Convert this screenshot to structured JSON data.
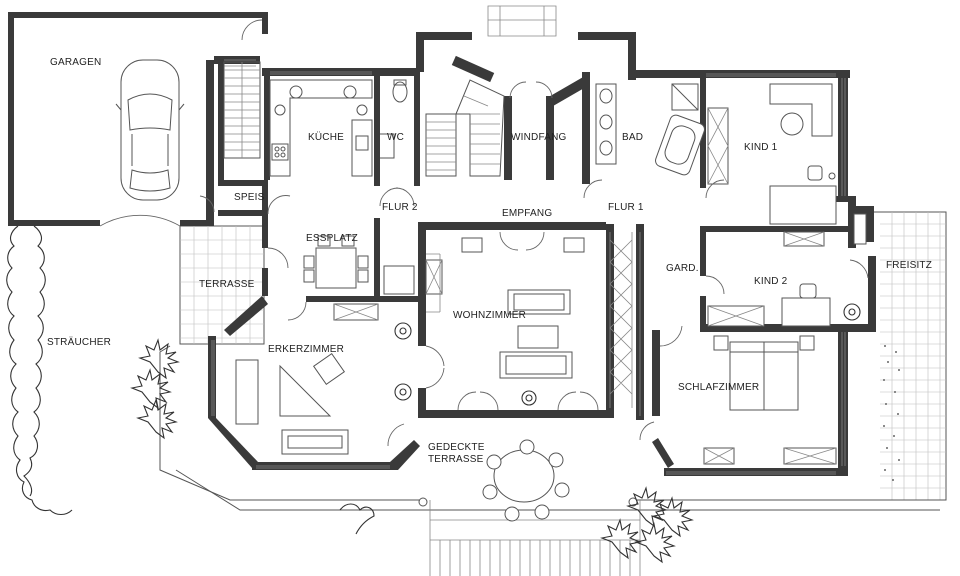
{
  "rooms": {
    "garagen": "GARAGEN",
    "kueche": "KÜCHE",
    "wc": "WC",
    "windfang": "WINDFANG",
    "bad": "BAD",
    "kind1": "KIND 1",
    "speis": "SPEIS",
    "flur2": "FLUR 2",
    "empfang": "EMPFANG",
    "flur1": "FLUR 1",
    "essplatz": "ESSPLATZ",
    "terrasse": "TERRASSE",
    "gard": "GARD.",
    "kind2": "KIND 2",
    "freisitz": "FREISITZ",
    "wohnzimmer": "WOHNZIMMER",
    "straeucher": "STRÄUCHER",
    "erkerzimmer": "ERKERZIMMER",
    "schlafzimmer": "SCHLAFZIMMER",
    "gedeckte_line1": "GEDECKTE",
    "gedeckte_line2": "TERRASSE"
  }
}
